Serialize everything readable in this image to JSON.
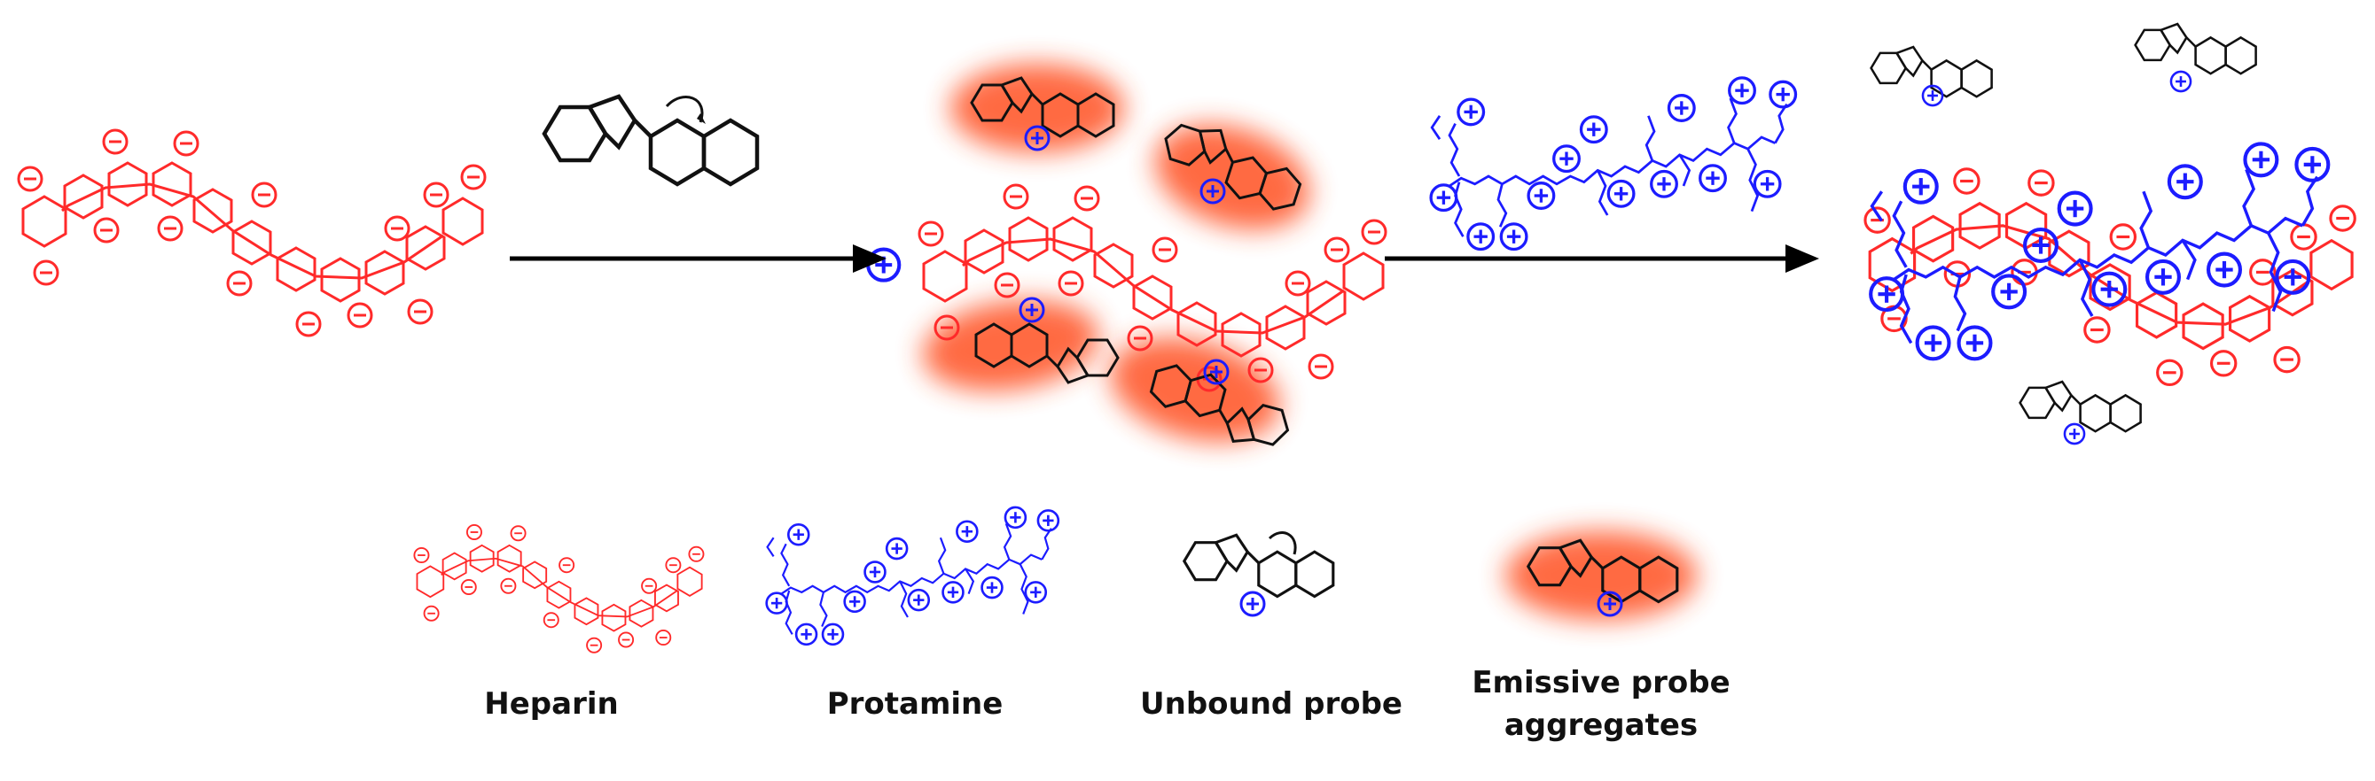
{
  "colors": {
    "heparin": "#ff2a2a",
    "protamine": "#1c1cff",
    "probe": "#111111",
    "glow": "#ff5a2e",
    "arrow": "#000000"
  },
  "legend": {
    "heparin": "Heparin",
    "protamine": "Protamine",
    "unbound_probe": "Unbound probe",
    "emissive_line1": "Emissive probe",
    "emissive_line2": "aggregates"
  }
}
